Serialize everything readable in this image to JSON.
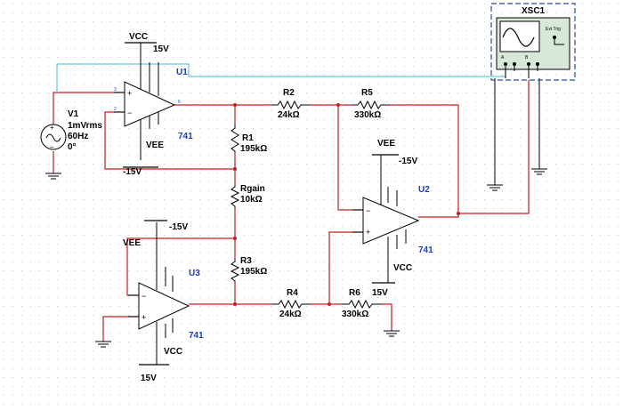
{
  "colors": {
    "wire": "#c81e1e",
    "probe": "#6cc8d8",
    "part": "#000000",
    "ref": "#1a3cc8",
    "scope_border": "#2a4ab0",
    "scope_bg": "#d8e8d8",
    "grid_dot": "#c8c8c8"
  },
  "source": {
    "name": "V1",
    "value1": "1mVrms",
    "value2": "60Hz",
    "value3": "0°"
  },
  "opamps": {
    "u1": {
      "ref": "U1",
      "model": "741",
      "vcc_label": "VCC",
      "vcc_value": "15V",
      "vee_label": "VEE",
      "vee_value": "-15V"
    },
    "u2": {
      "ref": "U2",
      "model": "741",
      "vee_label": "VEE",
      "vee_value": "-15V",
      "vcc_label": "VCC",
      "vcc_value": "15V"
    },
    "u3": {
      "ref": "U3",
      "model": "741",
      "vee_label": "VEE",
      "vee_value": "-15V",
      "vcc_label": "VCC",
      "vcc_value": "15V"
    }
  },
  "resistors": [
    {
      "ref": "R1",
      "value": "195kΩ"
    },
    {
      "ref": "Rgain",
      "value": "10kΩ"
    },
    {
      "ref": "R3",
      "value": "195kΩ"
    },
    {
      "ref": "R2",
      "value": "24kΩ"
    },
    {
      "ref": "R5",
      "value": "330kΩ"
    },
    {
      "ref": "R4",
      "value": "24kΩ"
    },
    {
      "ref": "R6",
      "value": "330kΩ"
    }
  ],
  "pins": {
    "inv": "−",
    "noninv": "+",
    "pin2": "2",
    "pin3": "3",
    "pin6": "6"
  },
  "scope": {
    "ref": "XSC1",
    "trigger_label": "Ext Trig",
    "chan_a": "A",
    "chan_b": "B"
  }
}
